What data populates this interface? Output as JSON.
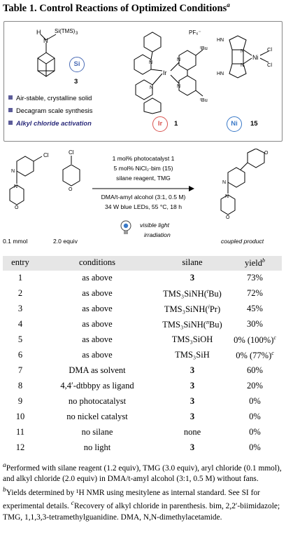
{
  "title": {
    "text": "Table 1. Control Reactions of Optimized Conditions",
    "sup": "a"
  },
  "scheme": {
    "silane_label": "Si(TMS)",
    "silane_sub": "3",
    "silane_h": "H",
    "silane_n": "N",
    "si_badge": "Si",
    "silane_number": "3",
    "features": [
      "Air-stable, crystalline solid",
      "Decagram scale synthesis",
      "Alkyl chloride activation"
    ],
    "ir": {
      "metal": "Ir",
      "counterion": "PF₆⁻",
      "tbu": "ᵗBu",
      "n": "N",
      "badge": "Ir",
      "number": "1"
    },
    "ni": {
      "metal": "Ni",
      "cl": "Cl",
      "hn": "HN",
      "n": "N",
      "badge": "Ni",
      "number": "15"
    },
    "aryl_chloride_cl": "Cl",
    "alkyl_chloride_cl": "Cl",
    "morph_n": "N",
    "morph_o": "O",
    "pyr_n": "N",
    "thp_o": "O",
    "conditions_above": [
      "1 mol% photocatalyst 1",
      "5 mol% NiCl₂·bim (15)",
      "silane reagent, TMG"
    ],
    "conditions_below": [
      "DMA/t-amyl alcohol (3:1, 0.5 M)",
      "34 W blue LEDs, 55 °C, 18 h"
    ],
    "light_caption": [
      "visible light",
      "irradiation"
    ],
    "caption_left": "0.1 mmol",
    "caption_mid": "2.0 equiv",
    "caption_product": "coupled product"
  },
  "table": {
    "headers": {
      "entry": "entry",
      "conditions": "conditions",
      "silane": "silane",
      "yield": "yield",
      "yield_sup": "b"
    },
    "rows": [
      {
        "entry": "1",
        "conditions": "as above",
        "silane": "3",
        "yield": "73%"
      },
      {
        "entry": "2",
        "conditions": "as above",
        "silane_pre": "TMS₃SiNH(",
        "silane_sup": "t",
        "silane_post": "Bu)",
        "yield": "72%"
      },
      {
        "entry": "3",
        "conditions": "as above",
        "silane_pre": "TMS₃SiNH(",
        "silane_sup": "i",
        "silane_post": "Pr)",
        "yield": "45%"
      },
      {
        "entry": "4",
        "conditions": "as above",
        "silane_pre": "TMS₃SiNH(",
        "silane_sup": "n",
        "silane_post": "Bu)",
        "yield": "30%"
      },
      {
        "entry": "5",
        "conditions": "as above",
        "silane": "TMS₃SiOH",
        "yield": "0% (100%)",
        "yield_sup": "c"
      },
      {
        "entry": "6",
        "conditions": "as above",
        "silane": "TMS₃SiH",
        "yield": "0% (77%)",
        "yield_sup": "c"
      },
      {
        "entry": "7",
        "conditions": "DMA as solvent",
        "silane": "3",
        "yield": "60%"
      },
      {
        "entry": "8",
        "conditions": "4,4′-dtbbpy as ligand",
        "silane": "3",
        "yield": "20%"
      },
      {
        "entry": "9",
        "conditions": "no photocatalyst",
        "silane": "3",
        "yield": "0%"
      },
      {
        "entry": "10",
        "conditions": "no nickel catalyst",
        "silane": "3",
        "yield": "0%"
      },
      {
        "entry": "11",
        "conditions": "no silane",
        "silane": "none",
        "yield": "0%"
      },
      {
        "entry": "12",
        "conditions": "no light",
        "silane": "3",
        "yield": "0%"
      }
    ]
  },
  "footnotes": {
    "a_sup": "a",
    "a": "Performed with silane reagent (1.2 equiv), TMG (3.0 equiv), aryl chloride (0.1 mmol), and alkyl chloride (2.0 equiv) in DMA/t-amyl alcohol (3:1, 0.5 M) without fans.",
    "b_sup": "b",
    "b": "Yields determined by ¹H NMR using mesitylene as internal standard. See SI for experimental details.",
    "c_sup": "c",
    "c": "Recovery of alkyl chloride in parenthesis. bim, 2,2′-biimidazole; TMG, 1,1,3,3-tetramethylguanidine. DMA, N,N-dimethylacetamide."
  },
  "colors": {
    "accent": "#5c5c99",
    "ir_badge": "#d9534f",
    "ni_badge": "#3a79c8",
    "si_badge": "#4a6bb5",
    "header_bg": "#e6e6e6"
  }
}
